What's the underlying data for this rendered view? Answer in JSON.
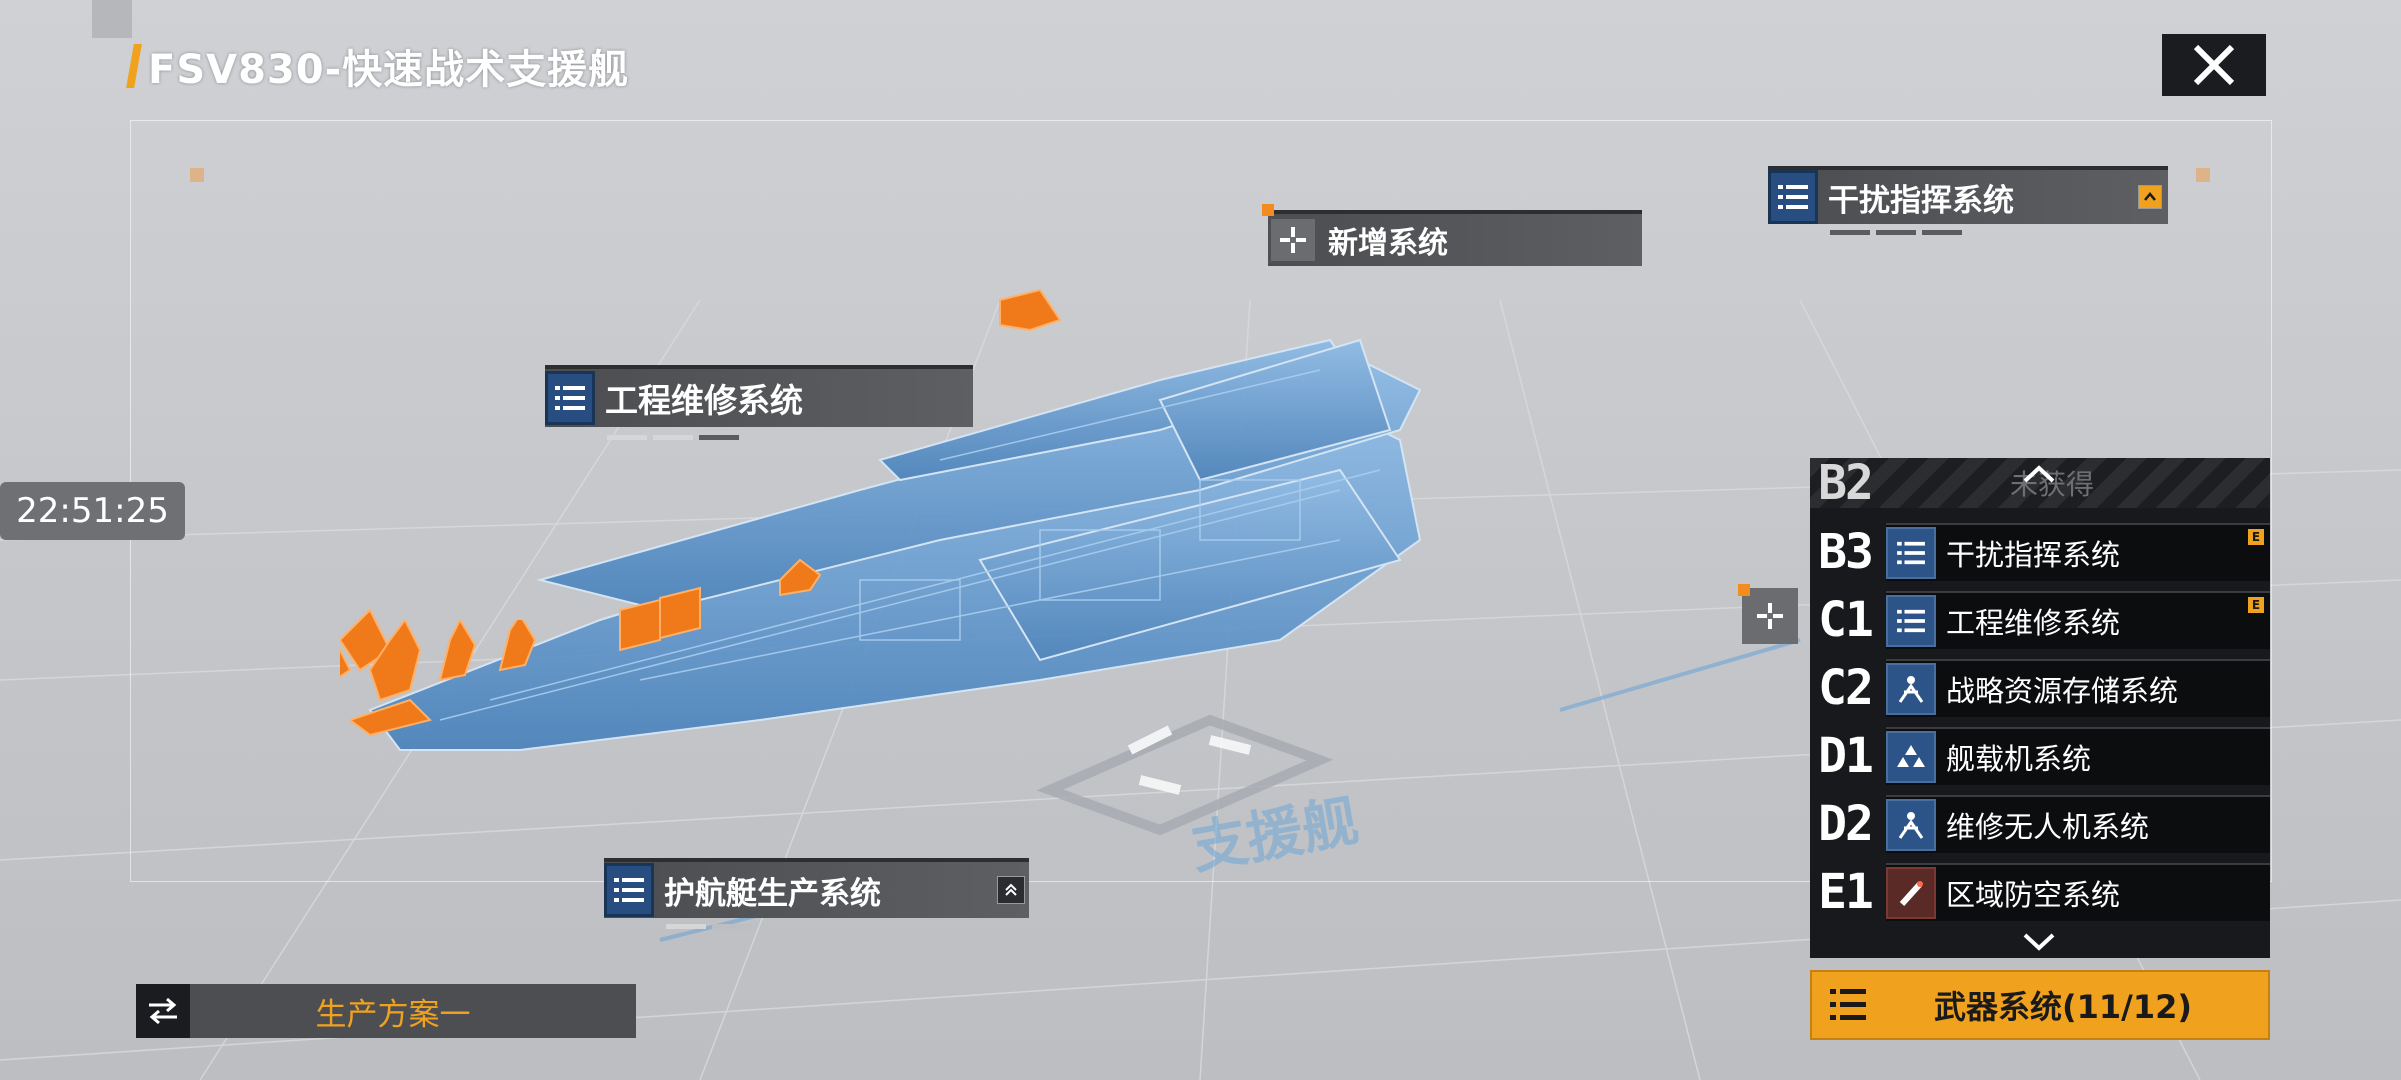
{
  "title": "FSV830-快速战术支援舰",
  "clock": "22:51:25",
  "labels": {
    "engineering": "工程维修系统",
    "new_system": "新增系统",
    "jamming": "干扰指挥系统",
    "escort": "护航艇生产系统"
  },
  "floor_text": "支援舰",
  "panel": {
    "top_slot": "B2",
    "top_status": "未获得",
    "rows": [
      {
        "slot": "B3",
        "name": "干扰指挥系统",
        "icon": "list-icon",
        "badge": "E"
      },
      {
        "slot": "C1",
        "name": "工程维修系统",
        "icon": "list-icon",
        "badge": "E"
      },
      {
        "slot": "C2",
        "name": "战略资源存储系统",
        "icon": "person-icon",
        "badge": ""
      },
      {
        "slot": "D1",
        "name": "舰载机系统",
        "icon": "triangle-cluster-icon",
        "badge": ""
      },
      {
        "slot": "D2",
        "name": "维修无人机系统",
        "icon": "person-icon",
        "badge": ""
      },
      {
        "slot": "E1",
        "name": "区域防空系统",
        "icon": "missile-icon",
        "badge": ""
      }
    ],
    "weapon_button": "武器系统(11/12)"
  },
  "plan_label": "生产方案一",
  "colors": {
    "accent": "#f0a21e",
    "ship": "#5b96cf",
    "orange": "#f48b1e"
  }
}
